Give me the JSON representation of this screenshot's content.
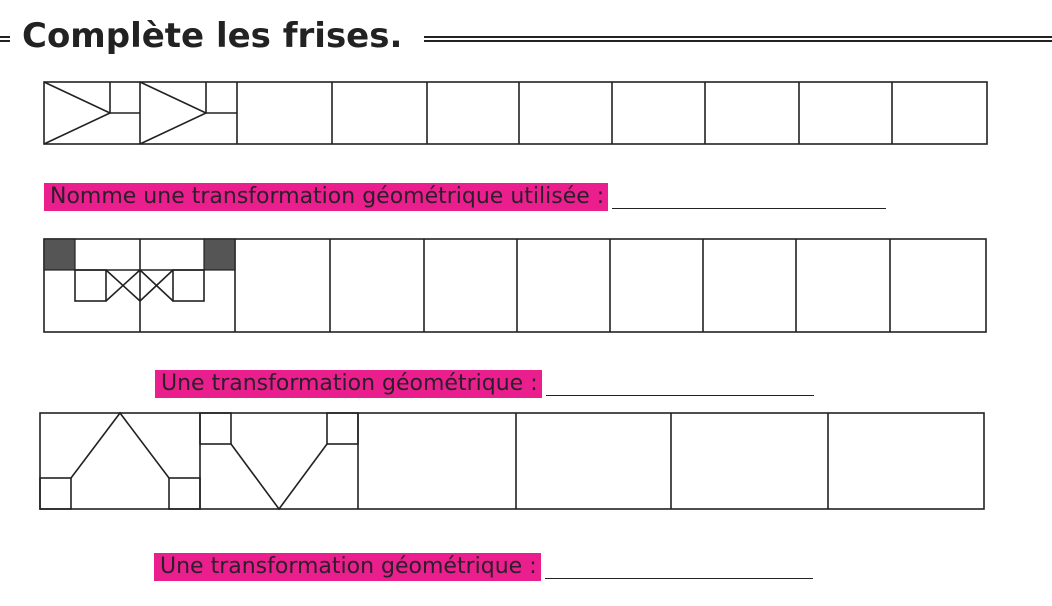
{
  "title": "Complète les frises.",
  "prompts": {
    "first": "Nomme une transformation géométrique utilisée :",
    "second": "Une transformation géométrique :",
    "third": "Une transformation géométrique :"
  },
  "colors": {
    "highlight": "#ea1e8c",
    "ink": "#222222",
    "shade": "#555555"
  }
}
